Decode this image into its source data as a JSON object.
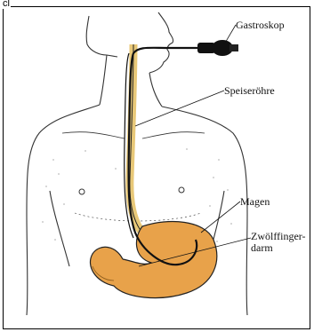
{
  "corner_text": "cl",
  "labels": {
    "gastroskop": "Gastroskop",
    "speiseroehre": "Speiseröhre",
    "magen": "Magen",
    "zwoelffinger_line1": "Zwölffinger-",
    "zwoelffinger_line2": "darm"
  },
  "colors": {
    "stomach": "#e8a24a",
    "stomach_dark": "#c97a22",
    "outline": "#222222",
    "tube": "#111111",
    "frame": "#000000"
  }
}
